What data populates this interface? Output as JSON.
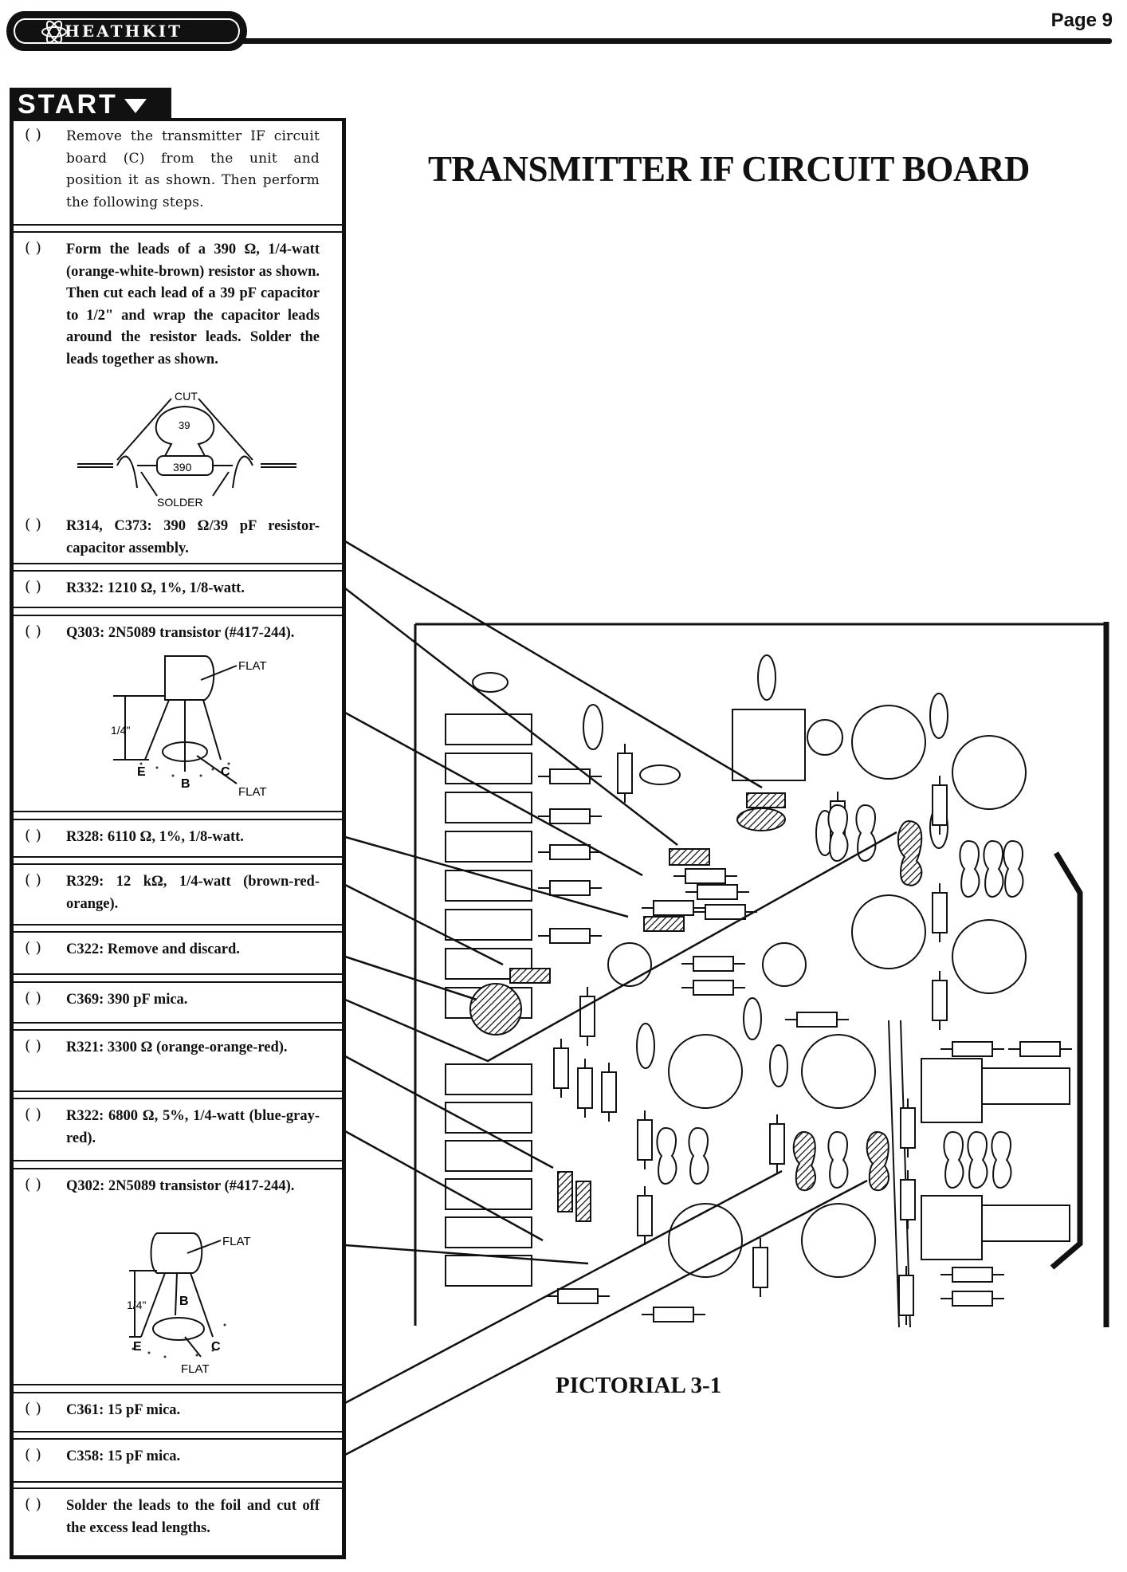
{
  "header": {
    "logo_text": "HEATHKIT",
    "page": "Page 9"
  },
  "start_label": "START",
  "title": "TRANSMITTER IF CIRCUIT BOARD",
  "pictorial_label": "PICTORIAL 3-1",
  "checkbox": "(   )",
  "steps": [
    {
      "text": "Remove the transmitter IF circuit board (C) from the unit and position it as shown. Then perform the following steps."
    },
    {
      "text": "Form the leads of a 390 Ω, 1/4-watt (orange-white-brown) resistor as shown. Then cut each lead of a 39 pF capacitor to 1/2\" and wrap the capacitor leads around the resistor leads. Solder the leads together as shown."
    },
    {
      "text": "R314, C373: 390 Ω/39 pF resistor-capacitor assembly."
    },
    {
      "text": "R332: 1210 Ω, 1%, 1/8-watt."
    },
    {
      "text": "Q303: 2N5089 transistor (#417-244)."
    },
    {
      "text": "R328: 6110 Ω, 1%, 1/8-watt."
    },
    {
      "text": "R329: 12 kΩ, 1/4-watt (brown-red-orange)."
    },
    {
      "text": "C322: Remove and discard."
    },
    {
      "text": "C369: 390 pF mica."
    },
    {
      "text": "R321: 3300 Ω (orange-orange-red)."
    },
    {
      "text": "R322: 6800 Ω, 5%, 1/4-watt (blue-gray-red)."
    },
    {
      "text": "Q302: 2N5089 transistor (#417-244)."
    },
    {
      "text": "C361: 15 pF mica."
    },
    {
      "text": "C358: 15 pF mica."
    },
    {
      "text": "Solder the leads to the foil and cut off the excess lead lengths."
    }
  ],
  "figure_labels": {
    "cut": "CUT",
    "cap_value": "39",
    "res_value": "390",
    "solder": "SOLDER",
    "flat": "FLAT",
    "quarter_inch": "1/4\"",
    "emitter": "E",
    "base": "B",
    "collector": "C"
  }
}
